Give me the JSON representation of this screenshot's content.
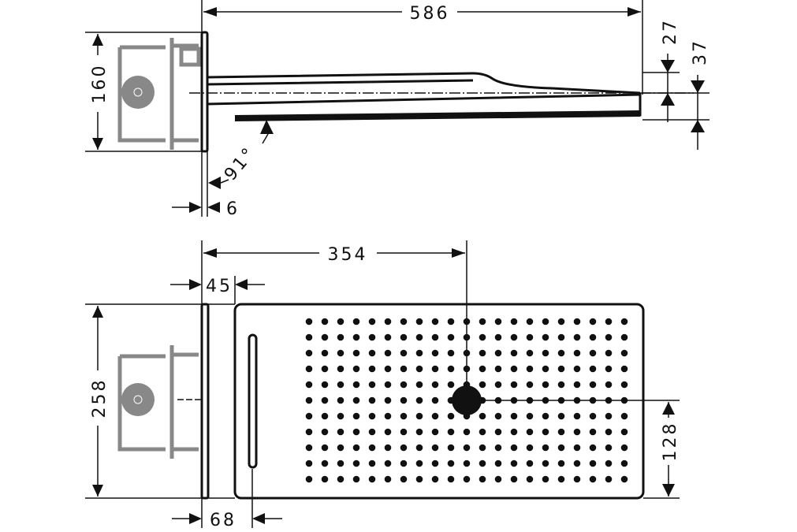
{
  "colors": {
    "line": "#111111",
    "mount": "#888888"
  },
  "side_view": {
    "length": "586",
    "height_mount": "160",
    "angle": "91°",
    "plate_thickness": "6",
    "head_top": "27",
    "head_total": "37"
  },
  "top_view": {
    "offset_center": "354",
    "plate_to_head": "45",
    "width": "258",
    "slot_offset": "68",
    "center_to_edge": "128",
    "nozzle_grid": {
      "columns": 21,
      "rows": 11
    }
  }
}
